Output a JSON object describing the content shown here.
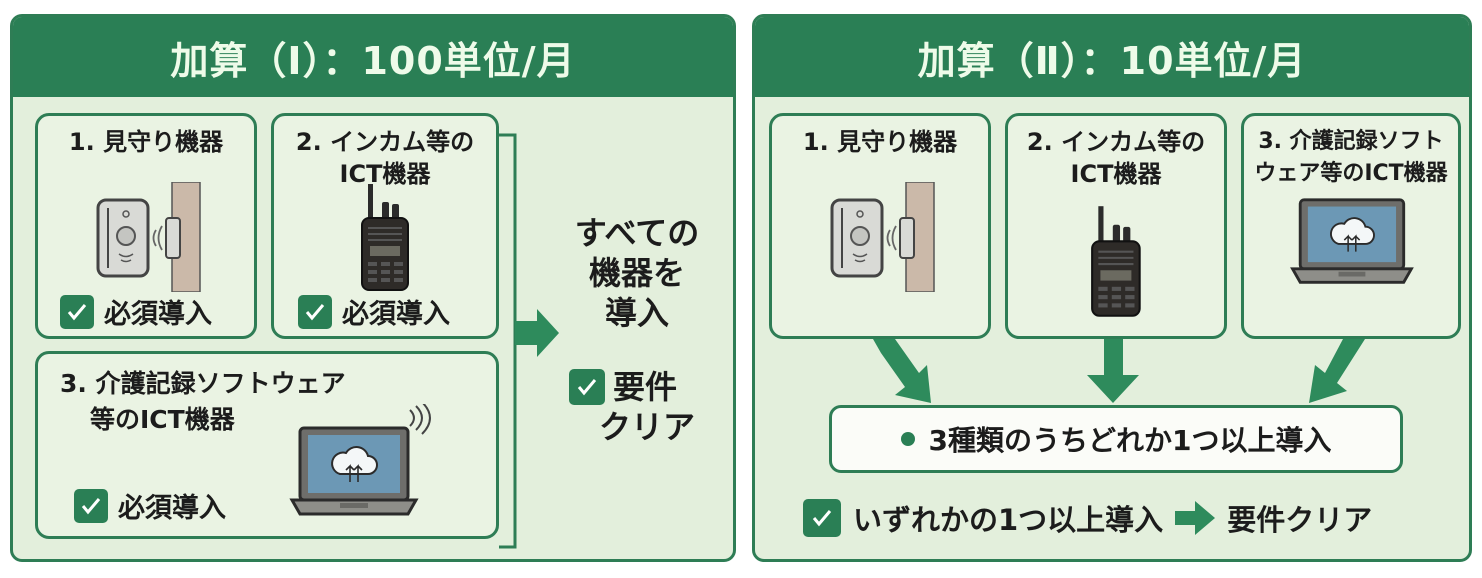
{
  "colors": {
    "primary_green": "#2a7f55",
    "panel_background": "#e3efdc",
    "card_background": "#eaf3e3",
    "header_text": "#eefbe9"
  },
  "panel1": {
    "title": "加算（Ⅰ）：100単位/月",
    "cards": [
      {
        "title_line1": "1. 見守り機器",
        "title_line2": "",
        "icon": "sensor-device-icon",
        "requirement": "必須導入"
      },
      {
        "title_line1": "2. インカム等の",
        "title_line2": "ICT機器",
        "icon": "walkie-talkie-icon",
        "requirement": "必須導入"
      },
      {
        "title_line1": "3. 介護記録ソフトウェア",
        "title_line2": "等のICT機器",
        "icon": "laptop-cloud-icon",
        "requirement": "必須導入"
      }
    ],
    "result": {
      "line1": "すべての",
      "line2": "機器を",
      "line3": "導入",
      "check_line1": "要件",
      "check_line2": "クリア"
    }
  },
  "panel2": {
    "title": "加算（Ⅱ）：10単位/月",
    "cards": [
      {
        "title_line1": "1. 見守り機器",
        "title_line2": "",
        "icon": "sensor-device-icon"
      },
      {
        "title_line1": "2. インカム等の",
        "title_line2": "ICT機器",
        "icon": "walkie-talkie-icon"
      },
      {
        "title_line1": "3. 介護記録ソフト",
        "title_line2": "ウェア等のICT機器",
        "icon": "laptop-cloud-icon"
      }
    ],
    "condition": "3種類のうちどれか1つ以上導入",
    "result_left": "いずれかの1つ以上導入",
    "result_right": "要件クリア"
  }
}
